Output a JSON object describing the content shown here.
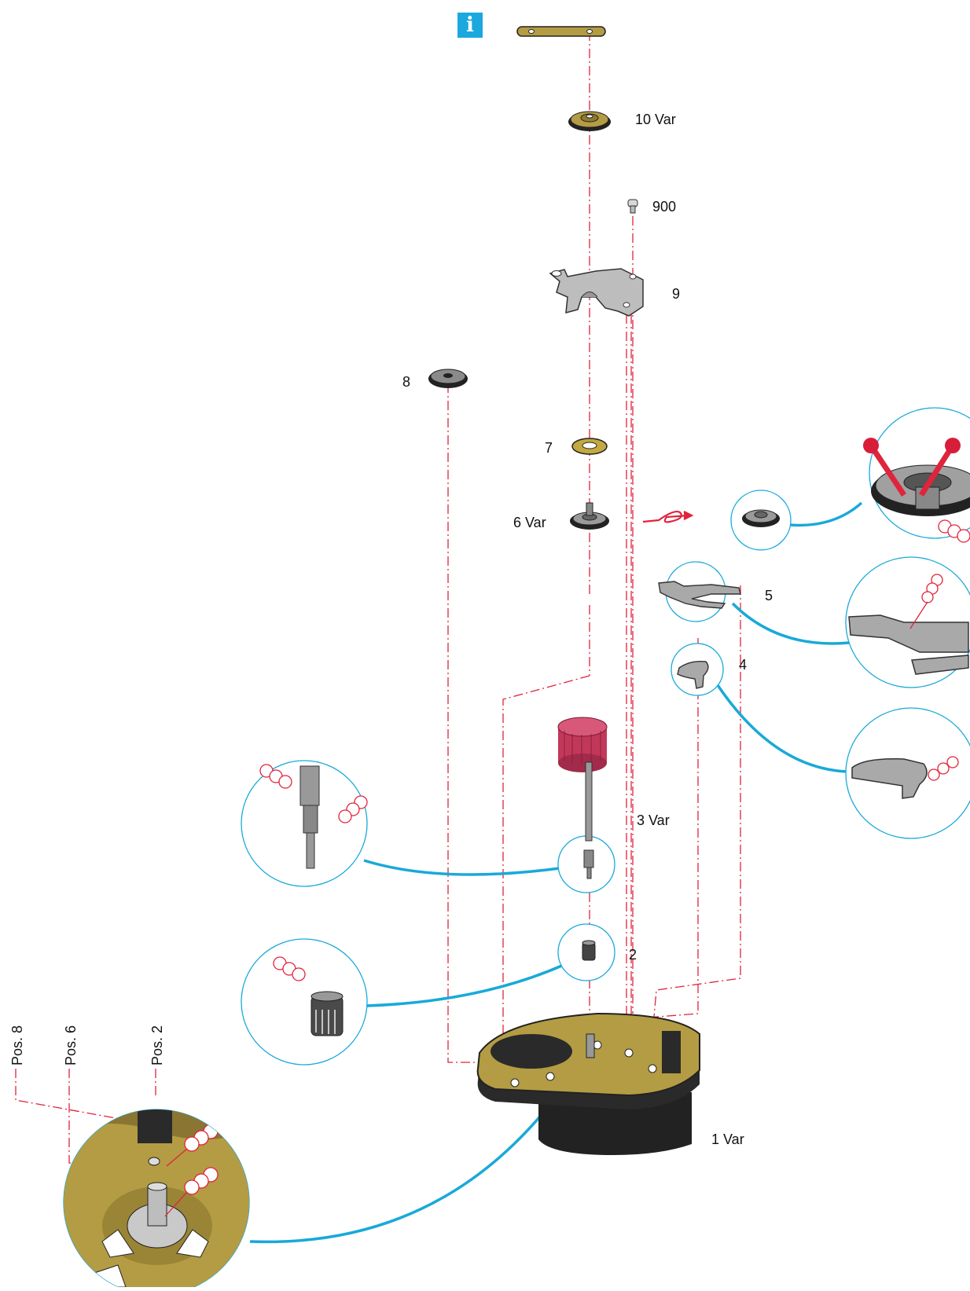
{
  "info_button": {
    "glyph": "i"
  },
  "part_labels": {
    "p10": "10 Var",
    "p900": "900",
    "p9": "9",
    "p8": "8",
    "p7": "7",
    "p6": "6 Var",
    "p5": "5",
    "p4": "4",
    "p3": "3 Var",
    "p2": "2",
    "p1": "1 Var"
  },
  "position_labels": {
    "pos8": "Pos. 8",
    "pos6": "Pos. 6",
    "pos2": "Pos. 2"
  },
  "colors": {
    "assembly_line": "#e0243c",
    "callout": "#19a9d9",
    "brass": "#b39c43",
    "crown": "#c2385a",
    "steel": "#8c8c8c",
    "info": "#1aa8de"
  }
}
